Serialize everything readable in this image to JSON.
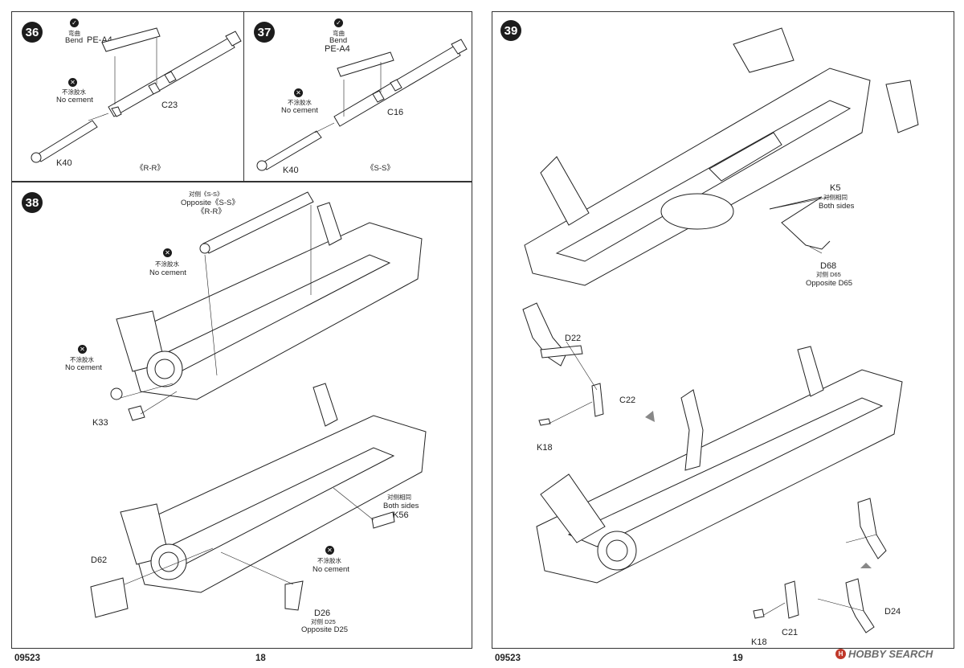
{
  "step36": {
    "number": "36",
    "bend_cn": "弯曲",
    "bend_en": "Bend",
    "photo_etch": "PE-A4",
    "no_cement_cn": "不涂胶水",
    "no_cement_en": "No cement",
    "part_barrel": "C23",
    "part_rod": "K40",
    "section": "《R-R》"
  },
  "step37": {
    "number": "37",
    "bend_cn": "弯曲",
    "bend_en": "Bend",
    "photo_etch": "PE-A4",
    "no_cement_cn": "不涂胶水",
    "no_cement_en": "No cement",
    "part_barrel": "C16",
    "part_rod": "K40",
    "section": "《S-S》"
  },
  "step38": {
    "number": "38",
    "opposite_cn": "对侧《S-S》",
    "opposite_en": "Opposite《S-S》",
    "section": "《R-R》",
    "no_cement_cn_1": "不涂胶水",
    "no_cement_en_1": "No cement",
    "no_cement_cn_2": "不涂胶水",
    "no_cement_en_2": "No cement",
    "no_cement_cn_3": "不涂胶水",
    "no_cement_en_3": "No cement",
    "part_k33": "K33",
    "both_sides_cn": "对侧相同",
    "both_sides_en": "Both sides",
    "part_k56": "K56",
    "part_d62": "D62",
    "part_d26": "D26",
    "opposite_d25_cn": "对侧 D25",
    "opposite_d25_en": "Opposite D25"
  },
  "step39": {
    "number": "39",
    "part_k5": "K5",
    "both_sides_cn": "对侧相同",
    "both_sides_en": "Both sides",
    "part_d68": "D68",
    "opposite_d65_cn": "对侧 D65",
    "opposite_d65_en": "Opposite D65",
    "part_d22": "D22",
    "part_c22": "C22",
    "part_k18_a": "K18",
    "part_d24": "D24",
    "part_c21": "C21",
    "part_k18_b": "K18"
  },
  "footer": {
    "left_code": "09523",
    "left_page": "18",
    "right_code": "09523",
    "right_page": "19"
  },
  "watermark": {
    "logo_letter": "H",
    "text": "HOBBY SEARCH"
  },
  "icons": {
    "bend": "bend-icon",
    "no_cement": "no-cement-icon",
    "arrow": "assembly-arrow-icon"
  }
}
